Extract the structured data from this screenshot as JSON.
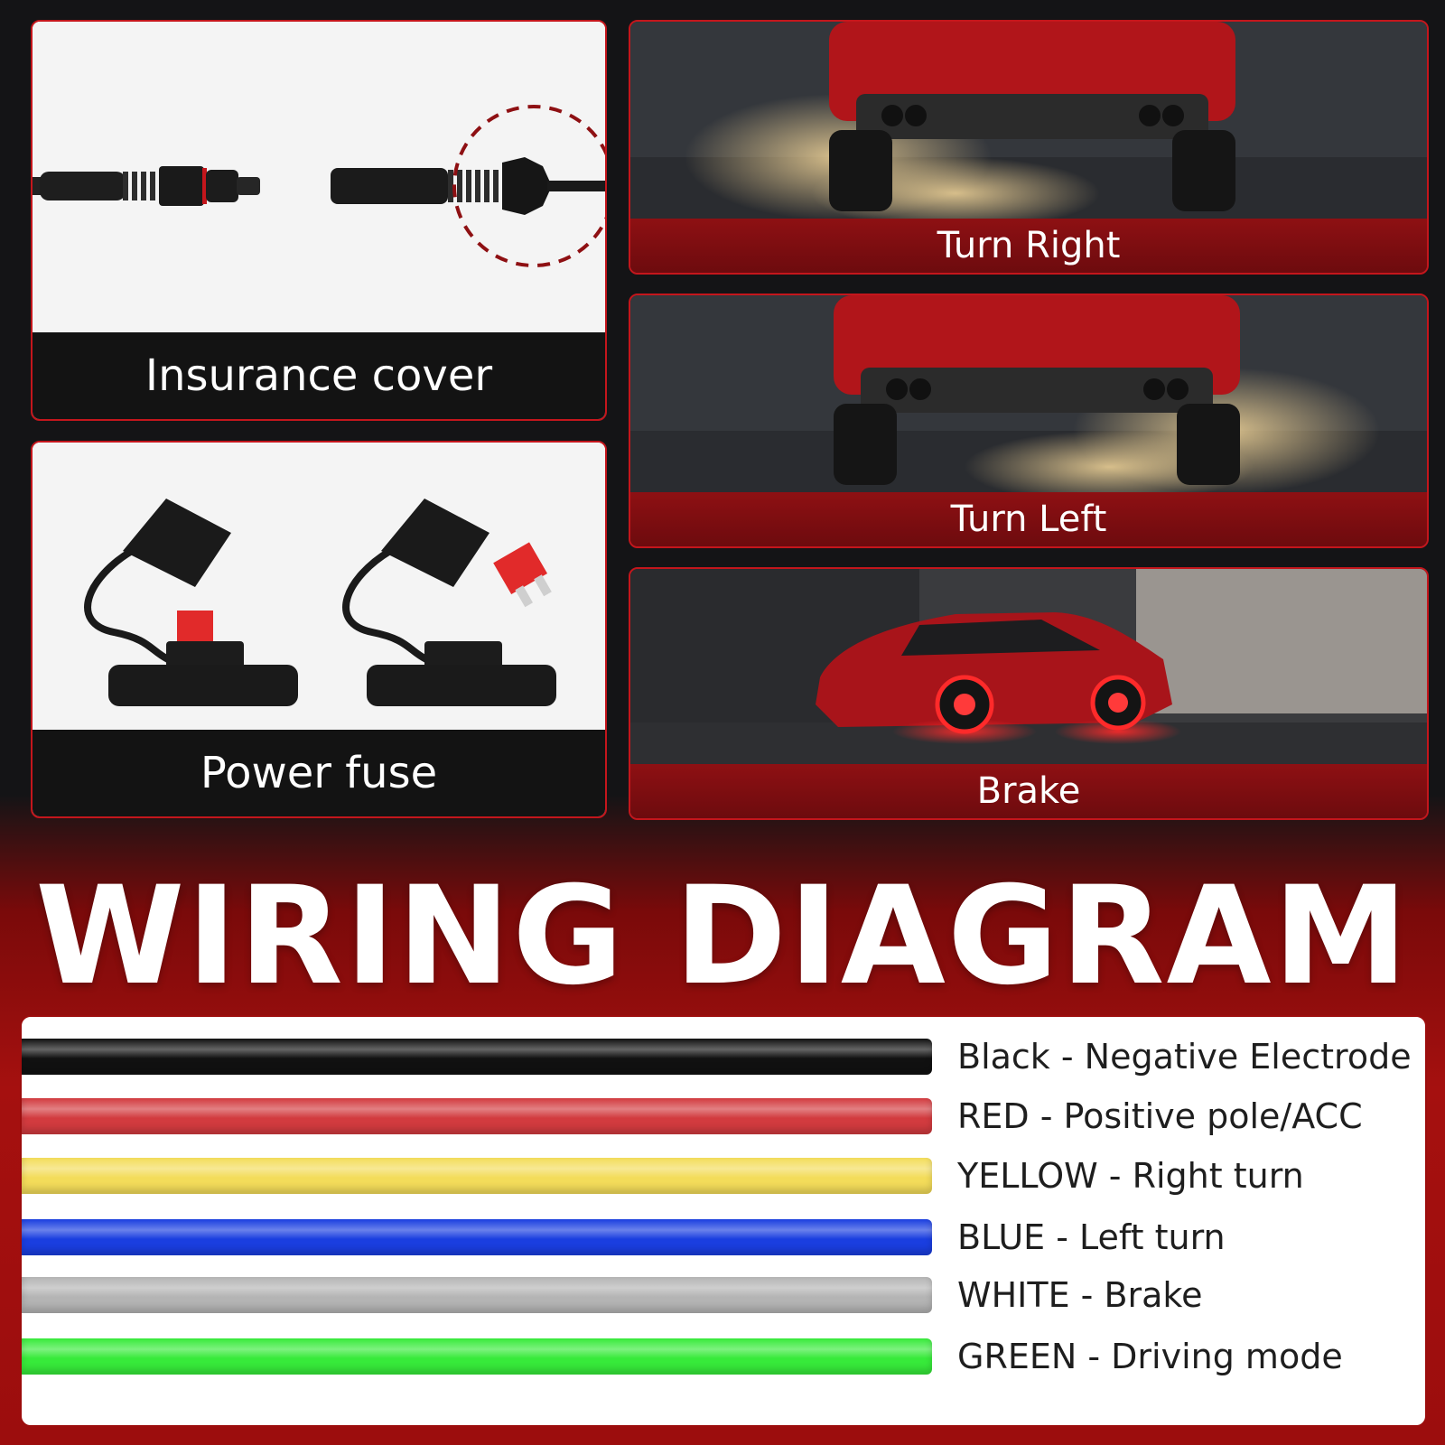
{
  "panels": {
    "insurance": {
      "caption": "Insurance cover"
    },
    "fuse": {
      "caption": "Power fuse"
    },
    "turn_right": {
      "caption": "Turn Right"
    },
    "turn_left": {
      "caption": "Turn Left"
    },
    "brake": {
      "caption": "Brake"
    }
  },
  "title": "WIRING DIAGRAM",
  "wires": [
    {
      "label": "Black - Negative Electrode",
      "color": "#111111"
    },
    {
      "label": "RED - Positive pole/ACC",
      "color": "#d23b3f"
    },
    {
      "label": "YELLOW - Right turn",
      "color": "#f3dc5a"
    },
    {
      "label": "BLUE - Left turn",
      "color": "#1a3ee0"
    },
    {
      "label": "WHITE - Brake",
      "color": "#b4b4b4"
    },
    {
      "label": "GREEN - Driving mode",
      "color": "#37ea3a"
    }
  ],
  "colors": {
    "accent_red": "#c4161c",
    "background_dark": "#141416",
    "caption_red": "#8e1013"
  }
}
